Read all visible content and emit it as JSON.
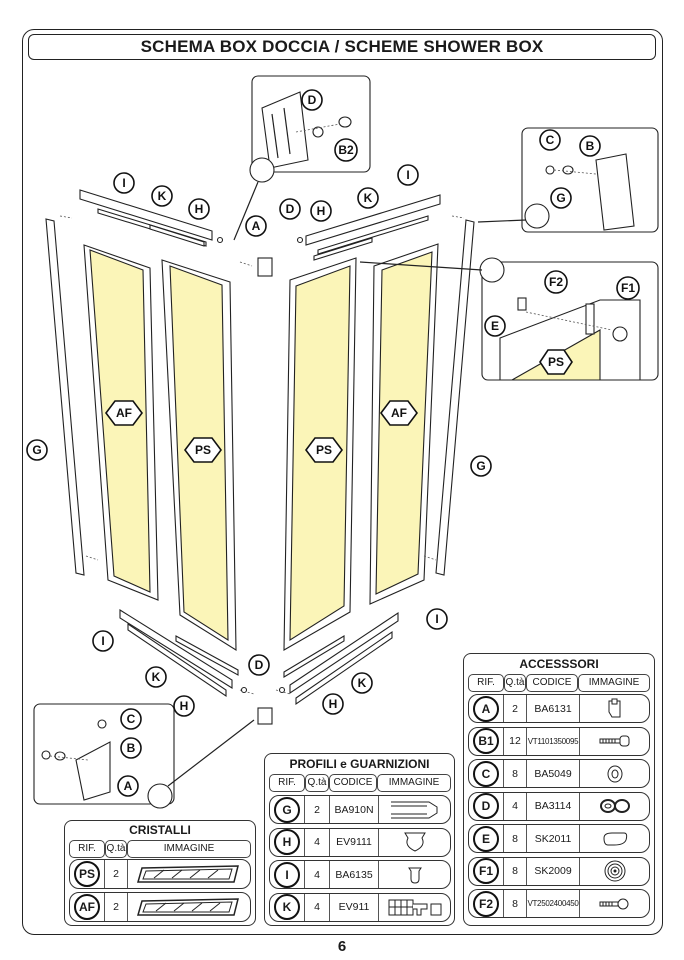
{
  "title": "SCHEMA BOX DOCCIA / SCHEME SHOWER BOX",
  "page_number": "6",
  "diagram_labels": {
    "A": "A",
    "B": "B",
    "B2": "B2",
    "C": "C",
    "D": "D",
    "E": "E",
    "F1": "F1",
    "F2": "F2",
    "G": "G",
    "H": "H",
    "I": "I",
    "K": "K",
    "AF": "AF",
    "PS": "PS"
  },
  "accessori": {
    "title": "ACCESSSORI",
    "headers": [
      "RIF.",
      "Q.tà",
      "CODICE",
      "IMMAGINE"
    ],
    "rows": [
      {
        "ref": "A",
        "qty": "2",
        "code": "BA6131",
        "icon": "corner-bracket-icon"
      },
      {
        "ref": "B1",
        "qty": "12",
        "code": "VT1101350095",
        "icon": "screw-icon"
      },
      {
        "ref": "C",
        "qty": "8",
        "code": "BA5049",
        "icon": "screw-cap-icon"
      },
      {
        "ref": "D",
        "qty": "4",
        "code": "BA3114",
        "icon": "washer-pair-icon"
      },
      {
        "ref": "E",
        "qty": "8",
        "code": "SK2011",
        "icon": "slider-block-icon"
      },
      {
        "ref": "F1",
        "qty": "8",
        "code": "SK2009",
        "icon": "roller-wheel-icon"
      },
      {
        "ref": "F2",
        "qty": "8",
        "code": "VT2502400450",
        "icon": "bolt-icon"
      }
    ]
  },
  "profili": {
    "title": "PROFILI e GUARNIZIONI",
    "headers": [
      "RIF.",
      "Q.tà",
      "CODICE",
      "IMMAGINE"
    ],
    "rows": [
      {
        "ref": "G",
        "qty": "2",
        "code": "BA910N",
        "icon": "wall-profile-icon"
      },
      {
        "ref": "H",
        "qty": "4",
        "code": "EV9111",
        "icon": "seal-gasket-icon"
      },
      {
        "ref": "I",
        "qty": "4",
        "code": "BA6135",
        "icon": "guide-gasket-icon"
      },
      {
        "ref": "K",
        "qty": "4",
        "code": "EV911",
        "icon": "rail-profile-icon"
      }
    ]
  },
  "cristalli": {
    "title": "CRISTALLI",
    "headers": [
      "RIF.",
      "Q.tà",
      "IMMAGINE"
    ],
    "rows": [
      {
        "ref": "PS",
        "qty": "2",
        "icon": "sliding-glass-panel-icon"
      },
      {
        "ref": "AF",
        "qty": "2",
        "icon": "fixed-glass-panel-icon"
      }
    ]
  },
  "colors": {
    "glass": "#fbf5b8",
    "line": "#222222"
  }
}
